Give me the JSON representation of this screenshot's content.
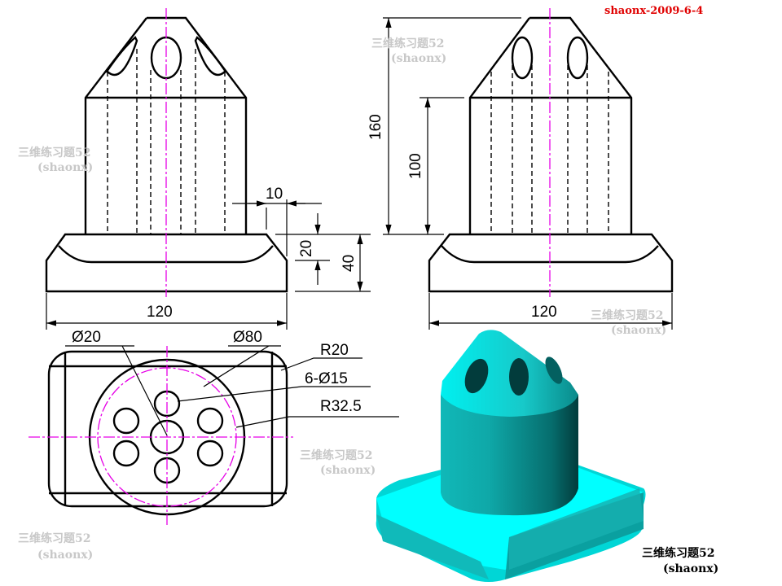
{
  "signature": "shaonx-2009-6-4",
  "watermark": {
    "title": "三维练习题52",
    "author": "(shaonx)"
  },
  "dimensions": {
    "front_width": "120",
    "side_width": "120",
    "step": "10",
    "base_chamfer": "20",
    "base_height": "40",
    "total_height": "160",
    "cylinder_height": "100",
    "center_hole": "Ø20",
    "flange_diameter": "Ø80",
    "corner_radius": "R20",
    "holes": "6-Ø15",
    "pitch_radius": "R32.5"
  },
  "colors": {
    "centerline": "#e600e6",
    "model": "#00e5e5"
  }
}
